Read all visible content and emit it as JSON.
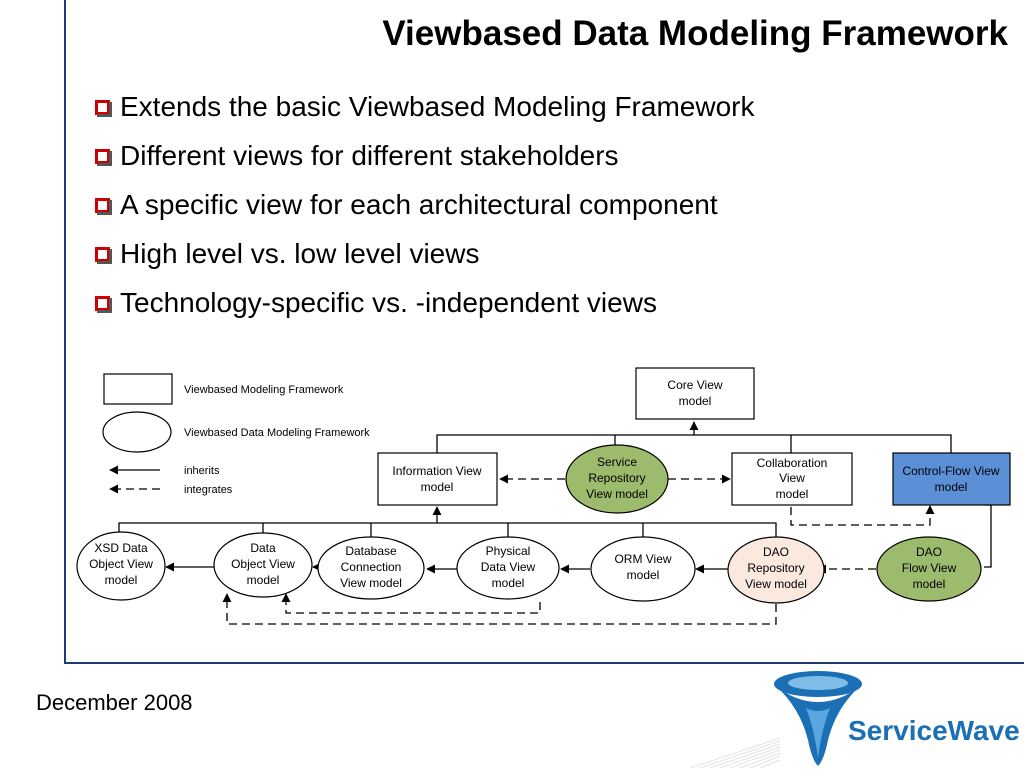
{
  "slide": {
    "title": "Viewbased Data Modeling Framework",
    "bullets": [
      "Extends the basic Viewbased Modeling Framework",
      "Different views for different stakeholders",
      "A specific view for each architectural component",
      "High level vs. low level views",
      "Technology-specific vs. -independent views"
    ]
  },
  "legend": {
    "rectangle_label": "Viewbased Modeling Framework",
    "ellipse_label": "Viewbased Data Modeling Framework",
    "inherits_label": "inherits",
    "integrates_label": "integrates"
  },
  "nodes": {
    "core_view": [
      "Core View",
      "model"
    ],
    "information_view": [
      "Information View",
      "model"
    ],
    "service_repository_view": [
      "Service",
      "Repository",
      "View model"
    ],
    "collaboration_view": [
      "Collaboration",
      "View",
      "model"
    ],
    "control_flow_view": [
      "Control-Flow View",
      "model"
    ],
    "xsd_data_object_view": [
      "XSD Data",
      "Object View",
      "model"
    ],
    "data_object_view": [
      "Data",
      "Object View",
      "model"
    ],
    "database_connection_view": [
      "Database",
      "Connection",
      "View model"
    ],
    "physical_data_view": [
      "Physical",
      "Data View",
      "model"
    ],
    "orm_view": [
      "ORM View",
      "model"
    ],
    "dao_repository_view": [
      "DAO",
      "Repository",
      "View model"
    ],
    "dao_flow_view": [
      "DAO",
      "Flow View",
      "model"
    ]
  },
  "colors": {
    "green_fill": "#9cbb6c",
    "blue_fill": "#5b8fd6",
    "peach_fill": "#fbe9df",
    "bullet_red": "#cc0000",
    "frame_blue": "#1f3a6e",
    "logo_blue": "#1a6fb5"
  },
  "footer": {
    "date": "December 2008"
  },
  "logo": {
    "text": "ServiceWave"
  }
}
